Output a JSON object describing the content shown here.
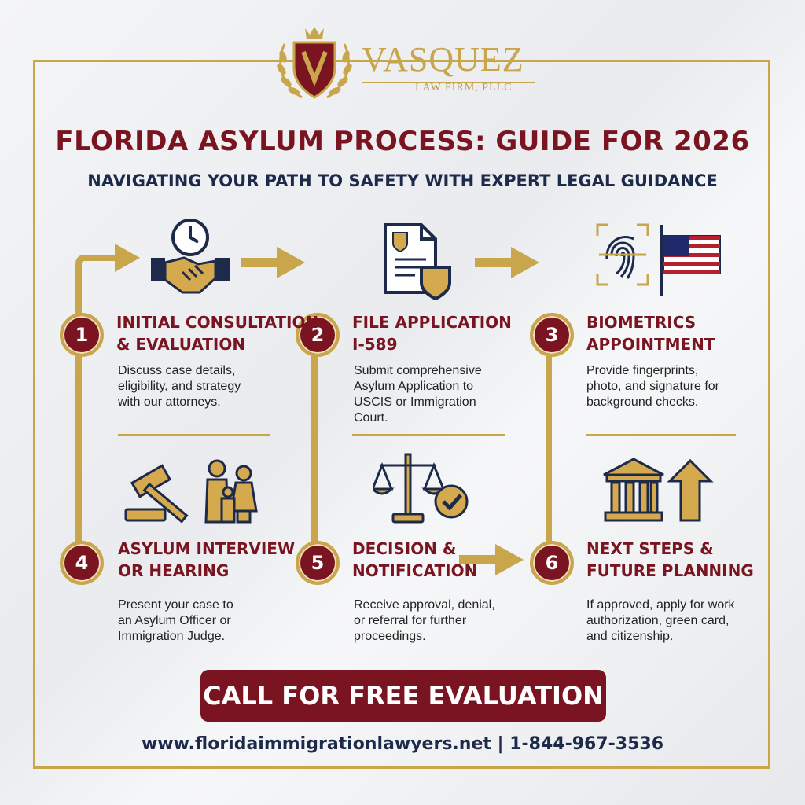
{
  "header": {
    "brand_name": "VASQUEZ",
    "brand_sub": "LAW FIRM, PLLC",
    "title": "FLORIDA ASYLUM PROCESS: GUIDE FOR 2026",
    "subtitle": "NAVIGATING YOUR PATH TO SAFETY WITH EXPERT LEGAL GUIDANCE"
  },
  "steps": [
    {
      "number": "1",
      "title": "INITIAL CONSULTATION\n& EVALUATION",
      "desc": "Discuss case details,\neligibility, and strategy\nwith our attorneys.",
      "icon": "handshake-clock-icon"
    },
    {
      "number": "2",
      "title": "FILE APPLICATION\nI-589",
      "desc": "Submit comprehensive\nAsylum Application to\nUSCIS or Immigration\nCourt.",
      "icon": "document-shield-icon"
    },
    {
      "number": "3",
      "title": "BIOMETRICS\nAPPOINTMENT",
      "desc": "Provide fingerprints,\nphoto, and signature for\nbackground checks.",
      "icon": "fingerprint-flag-icon"
    },
    {
      "number": "4",
      "title": "ASYLUM INTERVIEW\nOR HEARING",
      "desc": "Present your case to\nan Asylum Officer or\nImmigration Judge.",
      "icon": "gavel-family-icon"
    },
    {
      "number": "5",
      "title": "DECISION &\nNOTIFICATION",
      "desc": "Receive approval, denial,\nor referral for further\nproceedings.",
      "icon": "scales-check-icon"
    },
    {
      "number": "6",
      "title": "NEXT STEPS &\nFUTURE PLANNING",
      "desc": "If approved, apply for work\nauthorization, green card,\nand citizenship.",
      "icon": "courthouse-arrow-icon"
    }
  ],
  "cta": {
    "label": "CALL FOR FREE EVALUATION"
  },
  "footer": {
    "contact": "www.floridaimmigrationlawyers.net | 1-844-967-3536"
  },
  "colors": {
    "maroon": "#7a1420",
    "gold": "#c9a54c",
    "navy": "#1e2a4a"
  }
}
